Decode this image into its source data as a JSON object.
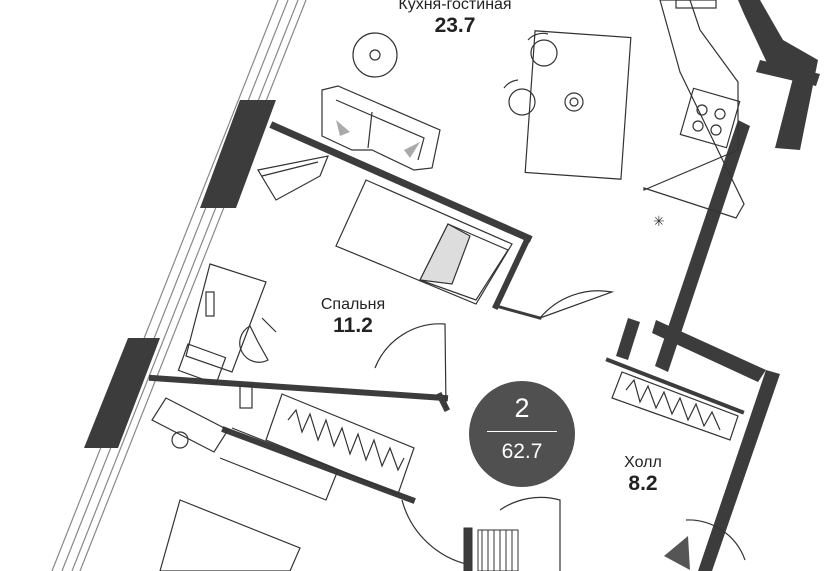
{
  "plan": {
    "rooms": [
      {
        "id": "kitchen-living",
        "name": "Кухня-гостиная",
        "area": "23.7"
      },
      {
        "id": "bedroom",
        "name": "Спальня",
        "area": "11.2"
      },
      {
        "id": "hall",
        "name": "Холл",
        "area": "8.2"
      }
    ],
    "badge": {
      "rooms": "2",
      "total_area": "62.7"
    },
    "colors": {
      "wall": "#3c3c3c",
      "badge": "#505050",
      "furniture_stroke": "#333333",
      "window": "#888888"
    }
  }
}
